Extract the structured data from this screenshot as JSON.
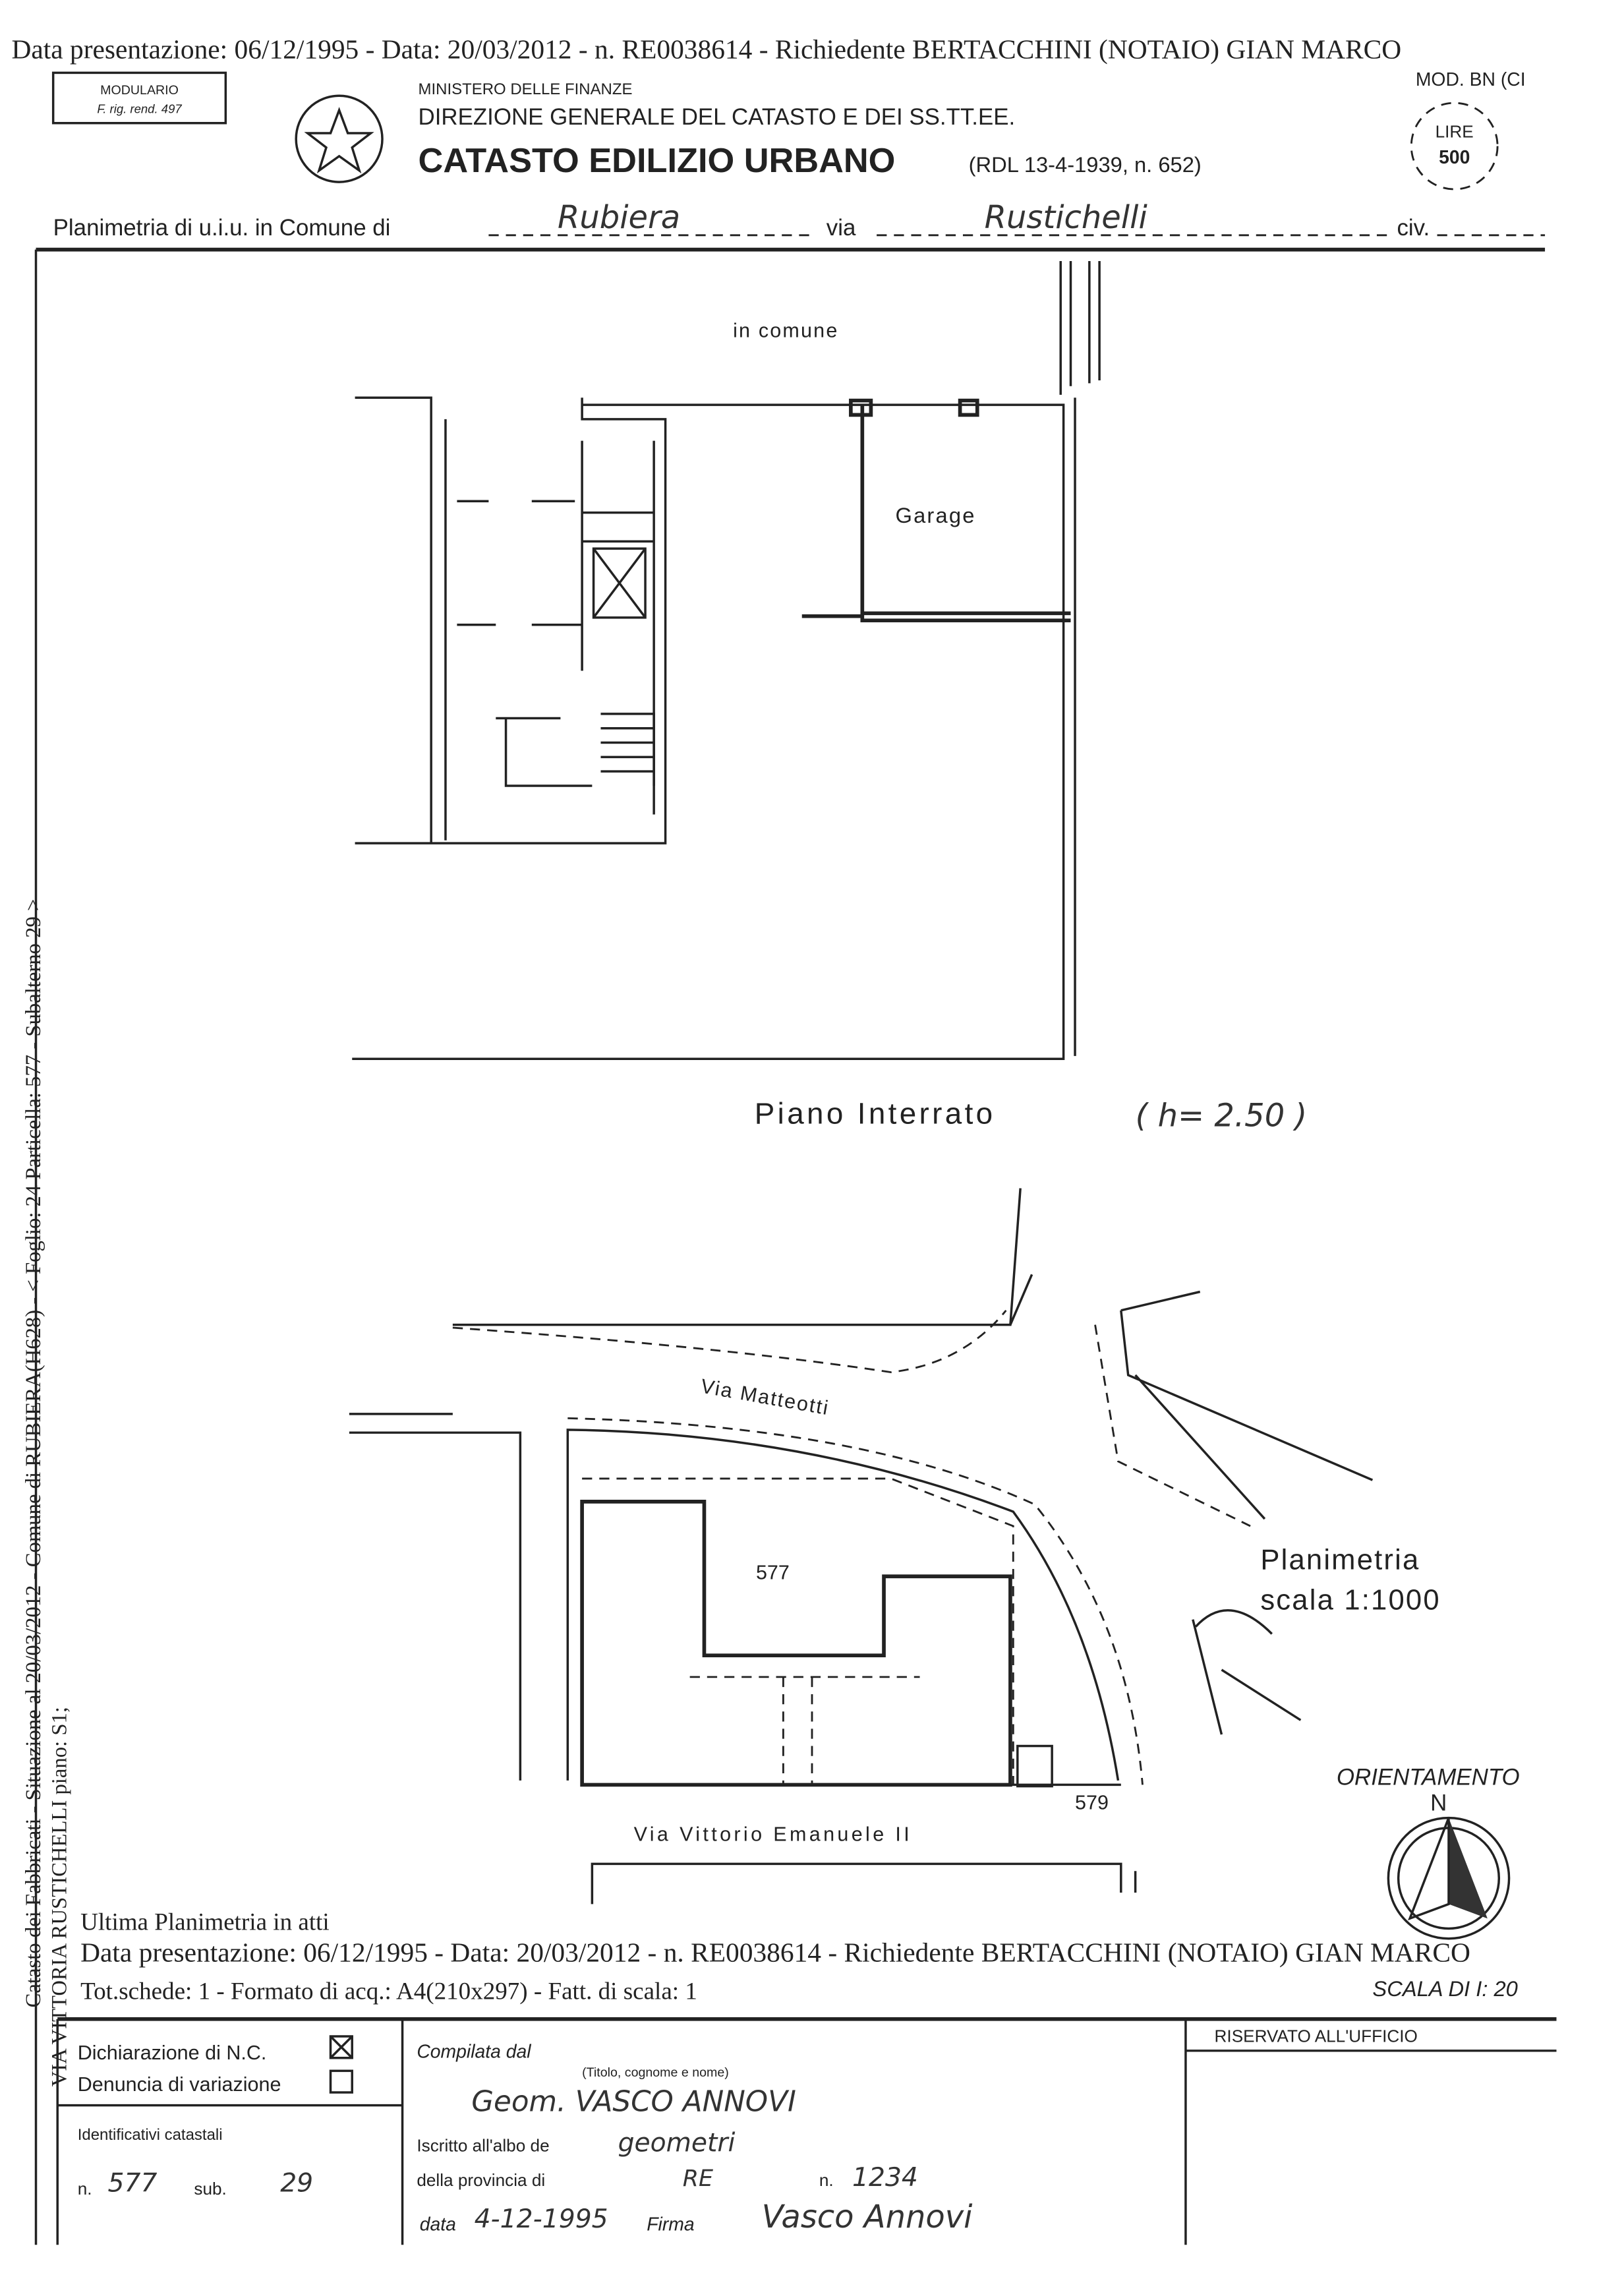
{
  "header": {
    "stamp": "Data presentazione: 06/12/1995 - Data: 20/03/2012 - n. RE0038614 - Richiedente BERTACCHINI (NOTAIO) GIAN MARCO",
    "modulario": "MODULARIO",
    "modulario_sub": "F. rig. rend. 497",
    "ministry": "MINISTERO DELLE FINANZE",
    "direction": "DIREZIONE GENERALE DEL CATASTO E DEI SS.TT.EE.",
    "title": "CATASTO EDILIZIO URBANO",
    "law": "(RDL 13-4-1939, n. 652)",
    "mod": "MOD. BN (CI",
    "lire": "LIRE",
    "lire_value": "500"
  },
  "location": {
    "label_comune": "Planimetria di u.i.u. in Comune di",
    "comune": "Rubiera",
    "label_via": "via",
    "via": "Rustichelli",
    "label_civ": "civ."
  },
  "plan": {
    "in_comune": "in     comune",
    "garage": "Garage",
    "floor": "Piano   Interrato",
    "height": "( h= 2.50 )"
  },
  "map": {
    "street1": "Via   Matteotti",
    "street2": "Via   Vittorio   Emanuele  II",
    "parcel": "577",
    "parcel2": "579",
    "scale1": "Planimetria",
    "scale2": "scala  1:1000",
    "orient": "ORIENTAMENTO",
    "north": "N",
    "scale_di": "SCALA DI I: 20"
  },
  "side": {
    "line1": "Catasto dei Fabbricati - Situazione al 20/03/2012 - Comune di RUBIERA(H628) - < Foglio: 24 Particella: 577 - Subalterno 29 >",
    "line2": "VIA VITTORIA RUSTICHELLI piano: S1;"
  },
  "footer": {
    "dich": "Dichiarazione di N.C.",
    "den": "Denuncia di  variazione",
    "compilata": "Compilata dal",
    "titolo": "(Titolo, cognome e nome)",
    "compiler": "Geom. VASCO ANNOVI",
    "iscritto": "Iscritto all'albo de",
    "albo": "geometri",
    "provincia": "della provincia di",
    "prov": "RE",
    "n_label": "n.",
    "n_value": "1234",
    "identificativi": "Identificativi catastali",
    "n2_label": "n.",
    "n2": "577",
    "sub_label": "sub.",
    "sub": "29",
    "data_label": "data",
    "data": "4-12-1995",
    "firma": "Firma",
    "signature": "Vasco Annovi",
    "riservato": "RISERVATO ALL'UFFICIO",
    "ultima": "Ultima Planimetria in atti",
    "stamp2": "Data presentazione: 06/12/1995 - Data: 20/03/2012 - n. RE0038614 - Richiedente BERTACCHINI (NOTAIO) GIAN MARCO",
    "stamp3": "Tot.schede: 1 - Formato di acq.: A4(210x297) - Fatt. di scala: 1"
  }
}
